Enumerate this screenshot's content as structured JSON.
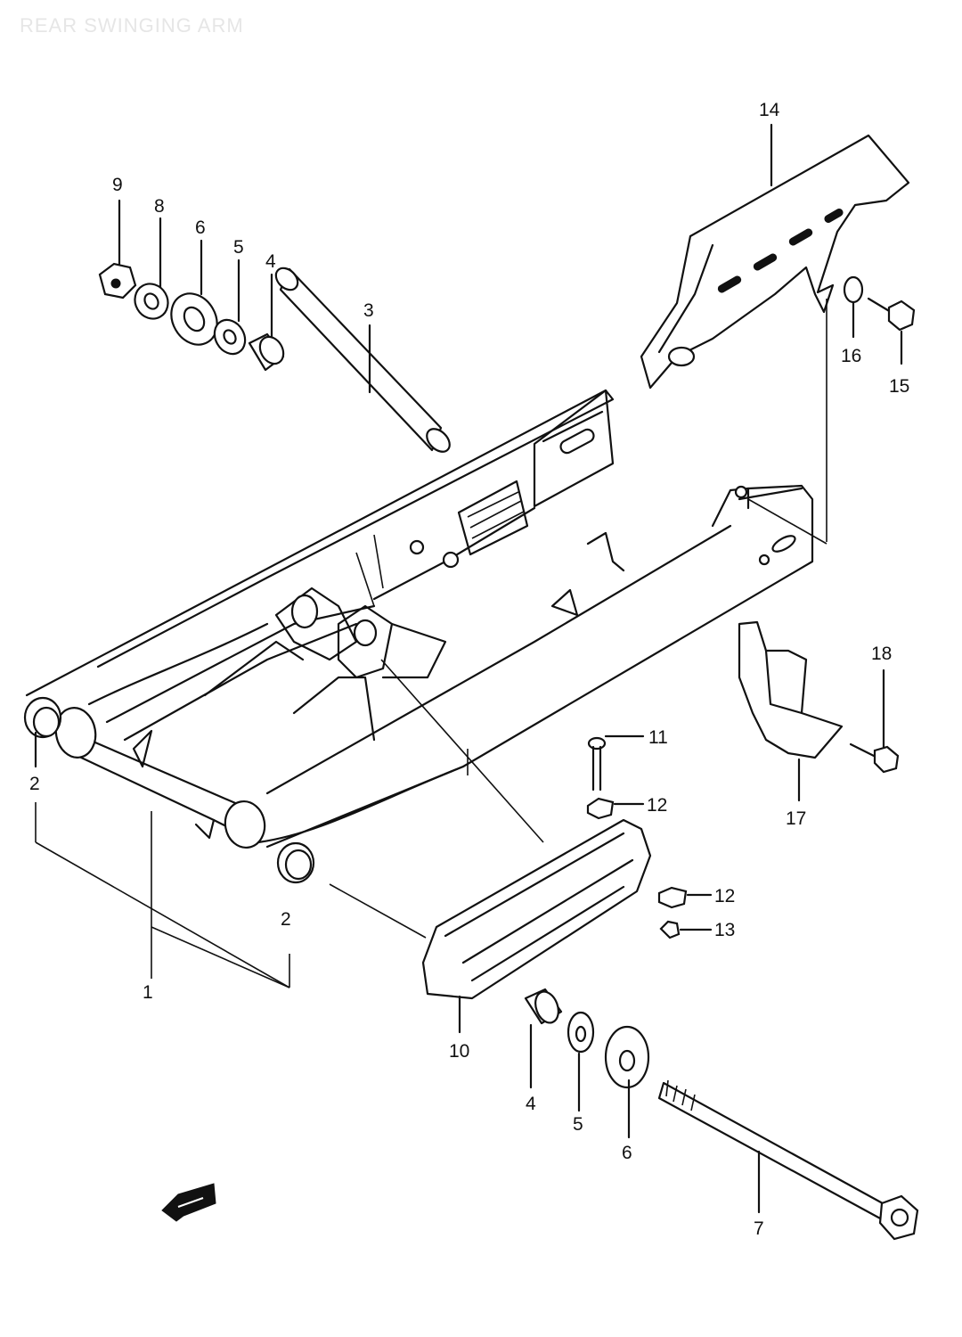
{
  "title": "REAR SWINGING ARM",
  "labels": [
    {
      "id": "label-9-top",
      "text": "9"
    },
    {
      "id": "label-8-top",
      "text": "8"
    },
    {
      "id": "label-6-top",
      "text": "6"
    },
    {
      "id": "label-5-top",
      "text": "5"
    },
    {
      "id": "label-4-top",
      "text": "4"
    },
    {
      "id": "label-3",
      "text": "3"
    },
    {
      "id": "label-14",
      "text": "14"
    },
    {
      "id": "label-16",
      "text": "16"
    },
    {
      "id": "label-15",
      "text": "15"
    },
    {
      "id": "label-18",
      "text": "18"
    },
    {
      "id": "label-17",
      "text": "17"
    },
    {
      "id": "label-11",
      "text": "11"
    },
    {
      "id": "label-12-upper",
      "text": "12"
    },
    {
      "id": "label-12-lower",
      "text": "12"
    },
    {
      "id": "label-13",
      "text": "13"
    },
    {
      "id": "label-2-left",
      "text": "2"
    },
    {
      "id": "label-2-center",
      "text": "2"
    },
    {
      "id": "label-1",
      "text": "1"
    },
    {
      "id": "label-10",
      "text": "10"
    },
    {
      "id": "label-4-bottom",
      "text": "4"
    },
    {
      "id": "label-5-bottom",
      "text": "5"
    },
    {
      "id": "label-6-bottom",
      "text": "6"
    },
    {
      "id": "label-7",
      "text": "7"
    }
  ]
}
